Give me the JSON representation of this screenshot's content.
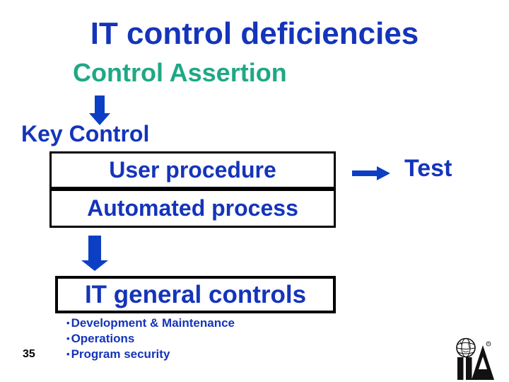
{
  "slide": {
    "title": "IT control deficiencies",
    "subtitle": "Control Assertion",
    "key_control_label": "Key Control",
    "flow": {
      "box_user_procedure": "User procedure",
      "box_automated_process": "Automated process",
      "box_it_general_controls": "IT general controls",
      "test_label": "Test"
    },
    "bullet_char": "•",
    "bullets": [
      "Development & Maintenance",
      "Operations",
      "Program security"
    ],
    "page_number": "35",
    "icons": {
      "down_arrow": "down-arrow",
      "right_arrow": "right-arrow",
      "logo": "iia-globe-logo"
    },
    "colors": {
      "text_blue": "#1434BA",
      "arrow_blue": "#0D3FC4",
      "subtitle_green": "#1FA885",
      "box_border": "#000000",
      "page_number_black": "#000000",
      "background": "#FFFFFF"
    }
  }
}
